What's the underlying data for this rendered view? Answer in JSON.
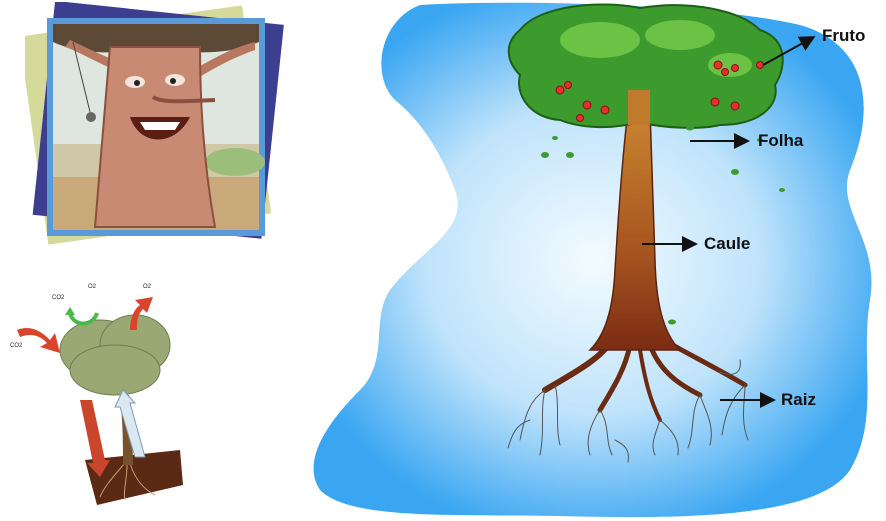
{
  "diagram": {
    "parts": [
      {
        "id": "fruto",
        "label": "Fruto"
      },
      {
        "id": "folha",
        "label": "Folha"
      },
      {
        "id": "caule",
        "label": "Caule"
      },
      {
        "id": "raiz",
        "label": "Raiz"
      }
    ]
  },
  "cycle": {
    "labels": [
      "CO2",
      "O2",
      "O2",
      "CO2"
    ]
  },
  "colors": {
    "blob": "#3fa9f5",
    "blob_light": "#e8f6ff",
    "canopy": "#3a9a2a",
    "trunk": "#9a4a1e",
    "fruit": "#e53030",
    "arrow_red": "#d9442b",
    "arrow_green": "#4cb84c"
  }
}
